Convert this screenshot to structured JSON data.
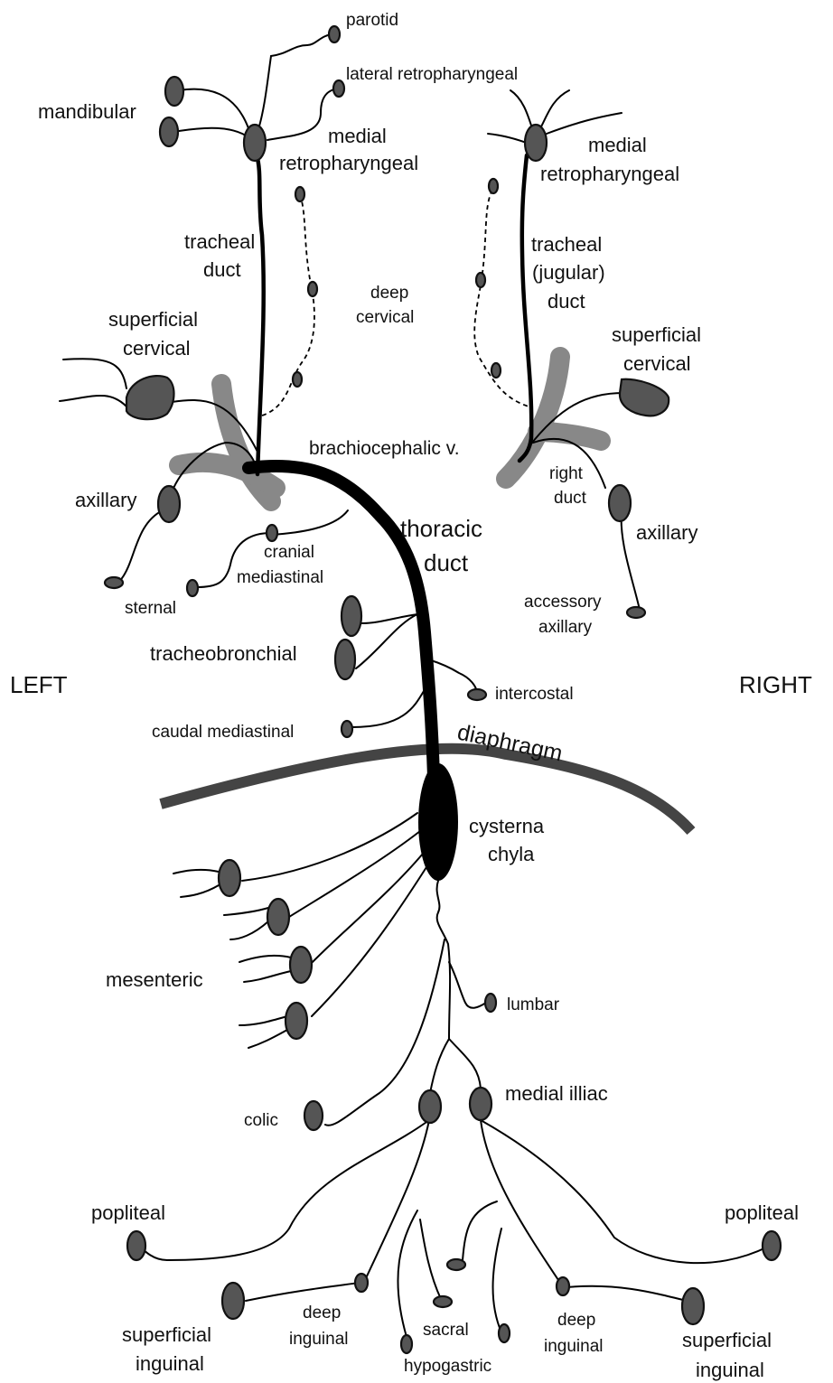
{
  "colors": {
    "node_fill": "#555555",
    "vein": "#888888",
    "diaphragm": "#444444",
    "duct": "#000000"
  },
  "labels": {
    "parotid": "parotid",
    "lateral_retropharyngeal": "lateral retropharyngeal",
    "mandibular": "mandibular",
    "medial": "medial",
    "retropharyngeal": "retropharyngeal",
    "tracheal": "tracheal",
    "duct": "duct",
    "jugular": "(jugular)",
    "deep": "deep",
    "cervical": "cervical",
    "superficial": "superficial",
    "brachiocephalic_v": "brachiocephalic v.",
    "axillary": "axillary",
    "right": "right",
    "cranial": "cranial",
    "mediastinal": "mediastinal",
    "thoracic": "thoracic",
    "sternal": "sternal",
    "accessory": "accessory",
    "tracheobronchial": "tracheobronchial",
    "left": "LEFT",
    "right_side": "RIGHT",
    "intercostal": "intercostal",
    "caudal_mediastinal": "caudal mediastinal",
    "diaphragm": "diaphragm",
    "cysterna": "cysterna",
    "chyla": "chyla",
    "mesenteric": "mesenteric",
    "lumbar": "lumbar",
    "medial_illiac": "medial illiac",
    "colic": "colic",
    "popliteal": "popliteal",
    "inguinal": "inguinal",
    "sacral": "sacral",
    "hypogastric": "hypogastric"
  }
}
